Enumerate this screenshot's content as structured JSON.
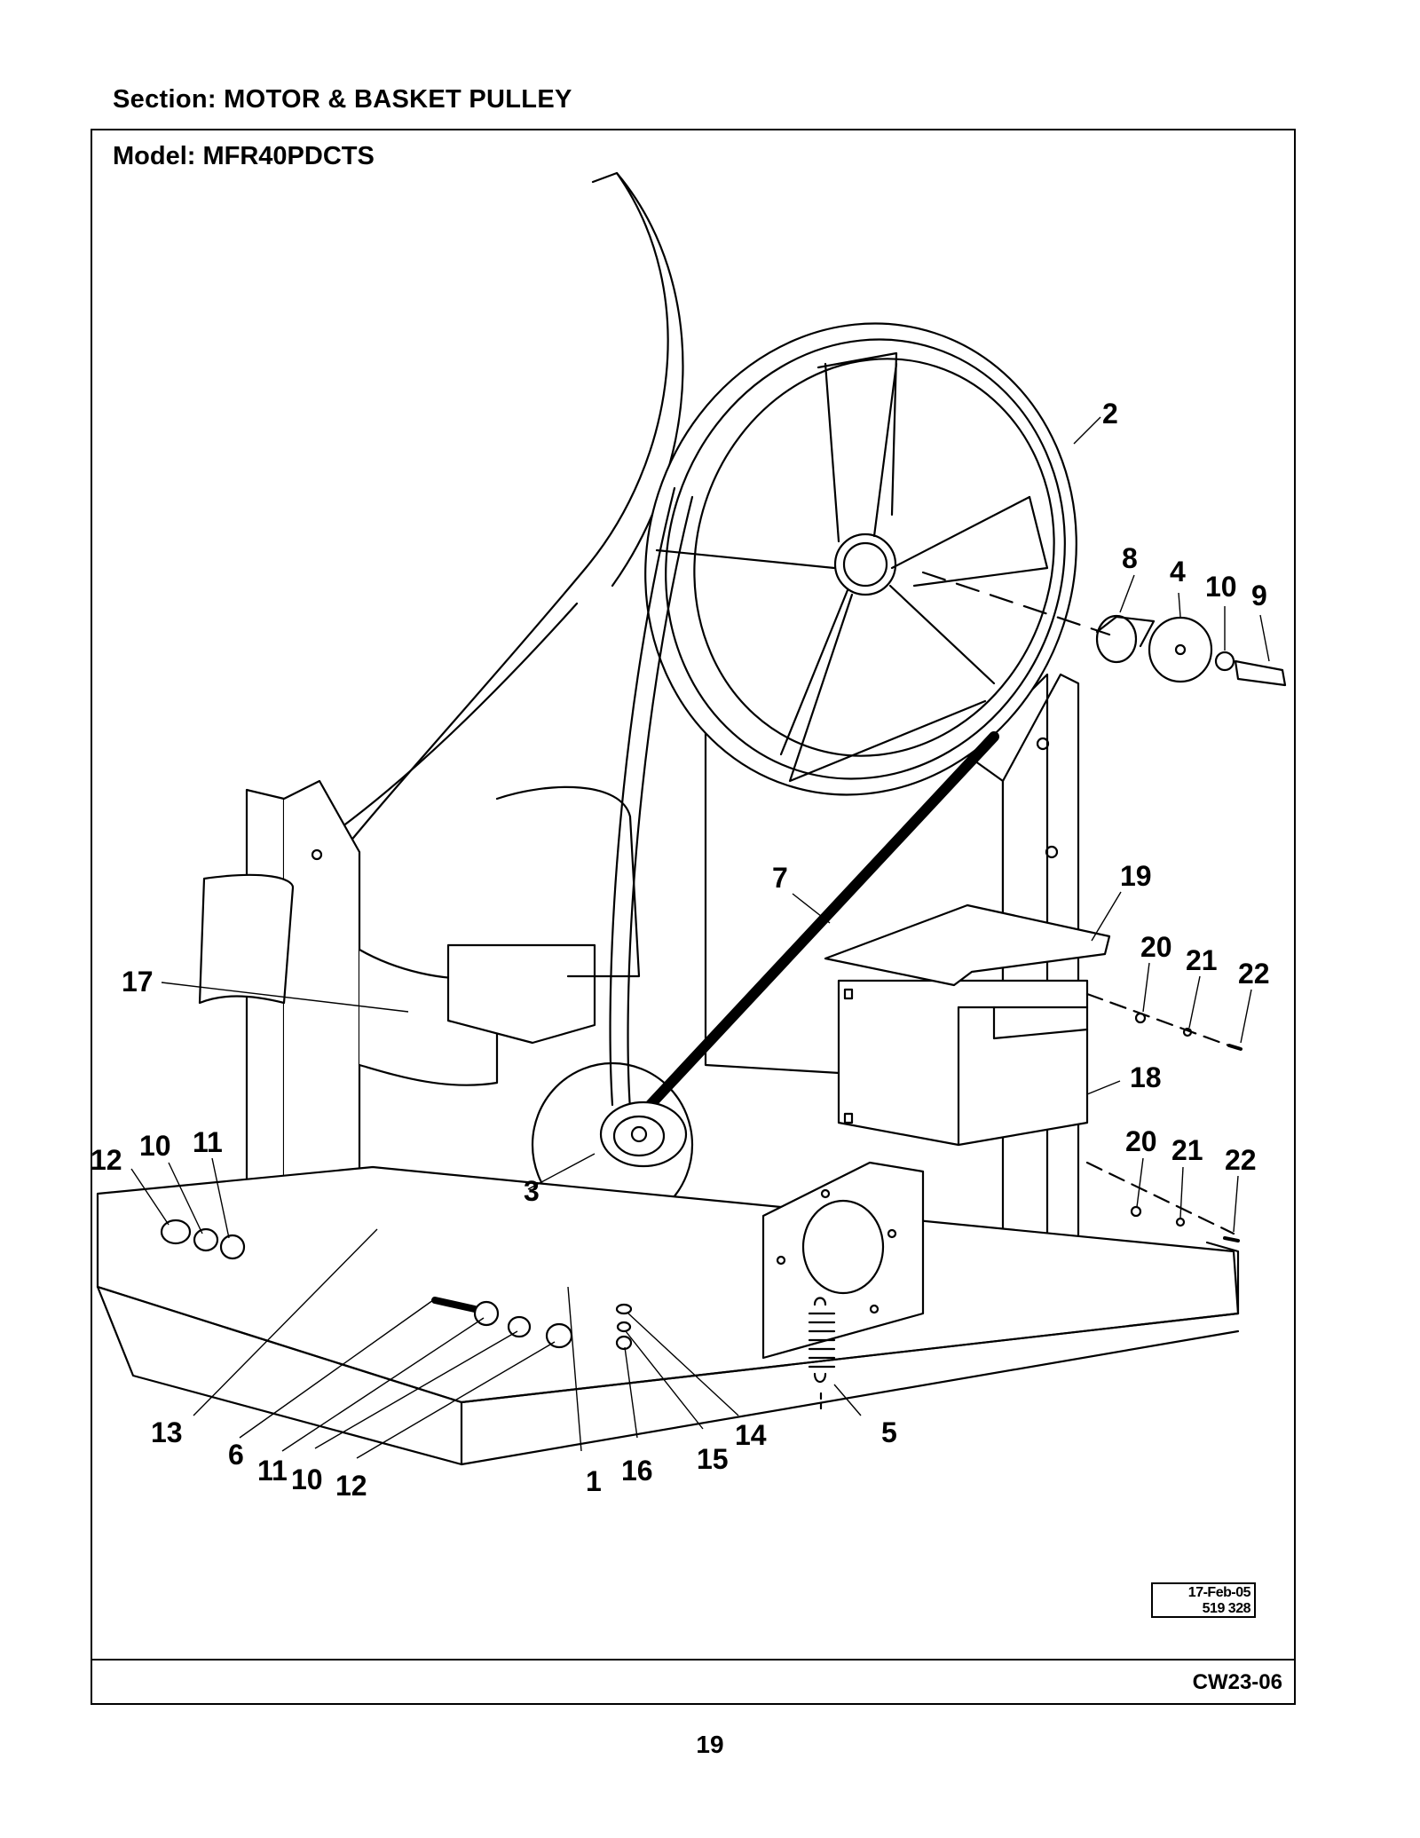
{
  "header": {
    "section_title": "Section:  MOTOR & BASKET PULLEY",
    "model_title": "Model:  MFR40PDCTS"
  },
  "callouts": {
    "c1": "1",
    "c2": "2",
    "c3": "3",
    "c4": "4",
    "c5": "5",
    "c6": "6",
    "c7": "7",
    "c8": "8",
    "c9": "9",
    "c10a": "10",
    "c10b": "10",
    "c10c": "10",
    "c11a": "11",
    "c11b": "11",
    "c12a": "12",
    "c12b": "12",
    "c13": "13",
    "c14": "14",
    "c15": "15",
    "c16": "16",
    "c17": "17",
    "c18": "18",
    "c19": "19",
    "c20a": "20",
    "c20b": "20",
    "c21a": "21",
    "c21b": "21",
    "c22a": "22",
    "c22b": "22"
  },
  "stamp": {
    "date": "17-Feb-05",
    "number": "519 328"
  },
  "footer": {
    "code": "CW23-06",
    "page_number": "19"
  }
}
